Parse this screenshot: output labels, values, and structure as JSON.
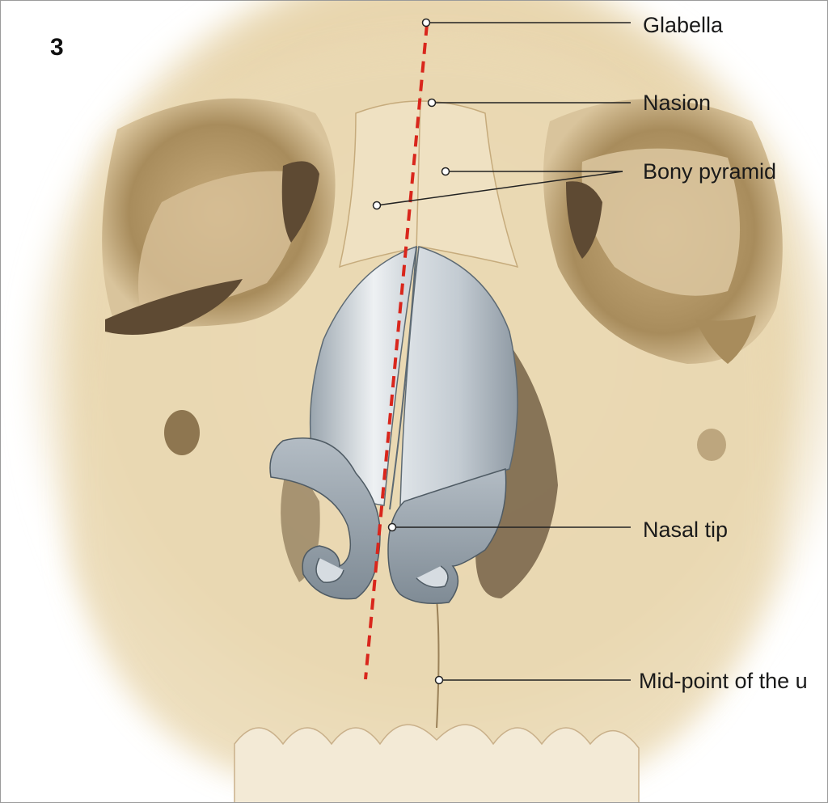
{
  "figure": {
    "panel_number": "3",
    "labels": {
      "glabella": "Glabella",
      "nasion": "Nasion",
      "bony_pyramid": "Bony pyramid",
      "nasal_tip": "Nasal tip",
      "mid_point": "Mid-point of the u"
    },
    "colors": {
      "bone": "#e9d8b4",
      "bone_shadow": "#b99d6c",
      "orbit_dark": "#5e4a33",
      "cartilage": "#c9d0d6",
      "cartilage_edge": "#5d6a74",
      "midline": "#d9261c",
      "leader": "#222222"
    }
  }
}
